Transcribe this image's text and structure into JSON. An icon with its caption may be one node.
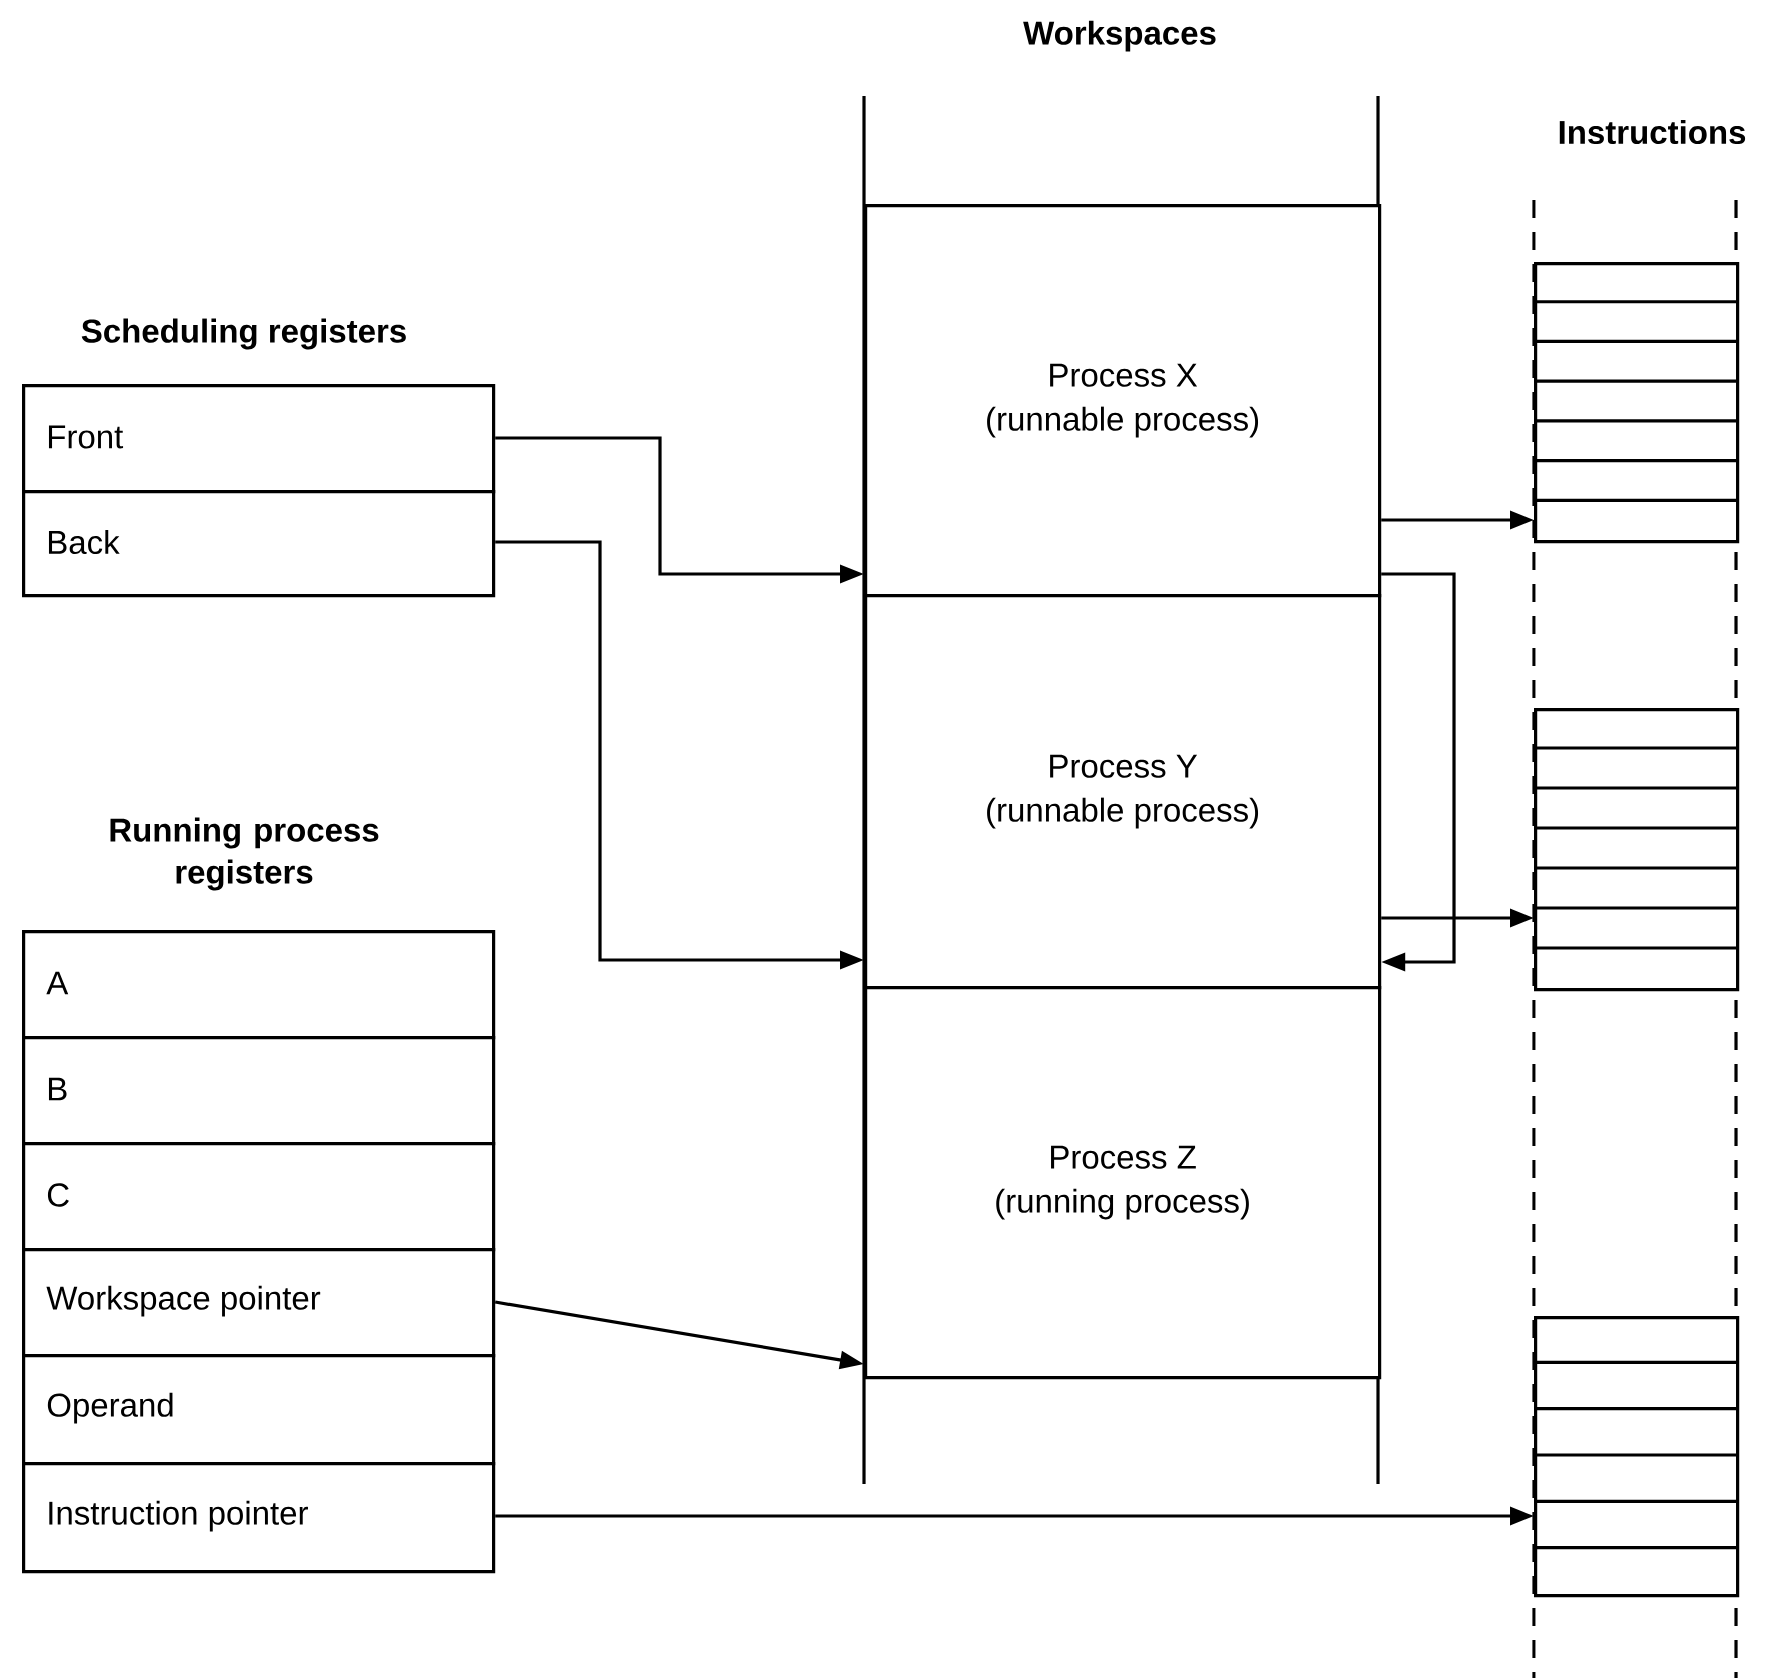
{
  "diagram": {
    "nodes": [
      {
        "text": [
          "Front"
        ]
      },
      {
        "text": [
          "Back"
        ]
      },
      {
        "text": [
          "A"
        ]
      },
      {
        "text": [
          "B"
        ]
      },
      {
        "text": [
          "C"
        ]
      },
      {
        "text": [
          "Workspace pointer"
        ]
      },
      {
        "text": [
          "Operand"
        ]
      },
      {
        "text": [
          "Instruction pointer"
        ]
      },
      {
        "text": [
          "Process X",
          "(runnable process)"
        ]
      },
      {
        "text": [
          "Process Y",
          "(runnable process)"
        ]
      },
      {
        "text": [
          "Process Z",
          "(running process)"
        ]
      },
      {
        "text": [],
        "shape": "box"
      },
      {
        "text": [],
        "shape": "box"
      },
      {
        "text": [],
        "shape": "box"
      }
    ],
    "edges": [
      {
        "from": 0,
        "to": 8,
        "arrow": "to"
      },
      {
        "from": 1,
        "to": 9,
        "arrow": "to"
      },
      {
        "from": 5,
        "to": 10,
        "arrow": "to"
      },
      {
        "from": 7,
        "to": 13,
        "arrow": "to"
      },
      {
        "from": 8,
        "to": 11,
        "arrow": "to"
      },
      {
        "from": 8,
        "to": 9,
        "arrow": "to"
      },
      {
        "from": 9,
        "to": 12,
        "arrow": "to"
      }
    ],
    "labels": [
      "Workspaces",
      "Instructions",
      "Scheduling registers",
      "Running process registers"
    ]
  }
}
